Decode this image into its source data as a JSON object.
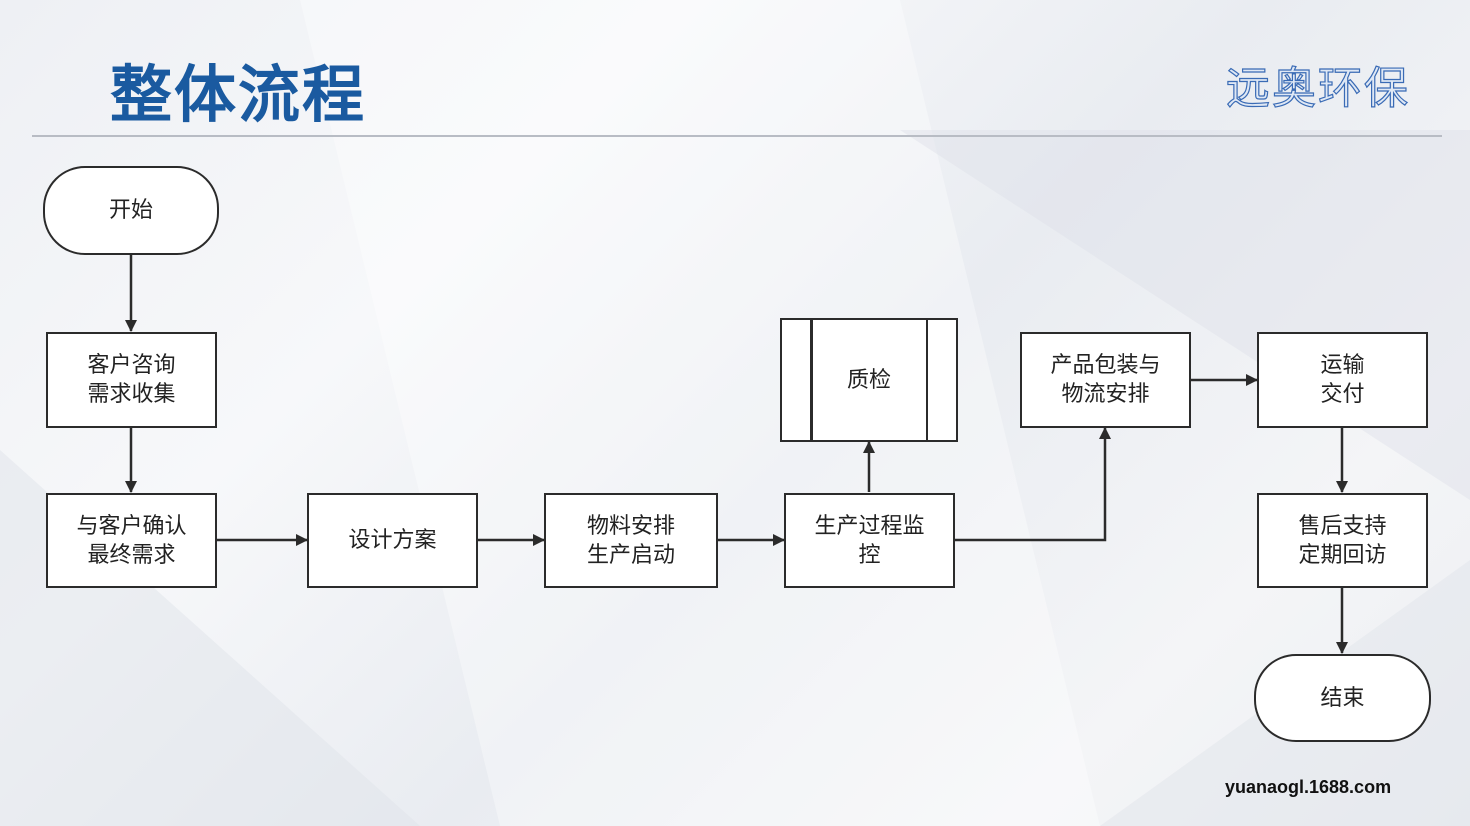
{
  "header": {
    "title": "整体流程",
    "brand": "远奥环保"
  },
  "nodes": {
    "start": "开始",
    "consult": "客户咨询\n需求收集",
    "confirm": "与客户确认\n最终需求",
    "design": "设计方案",
    "material": "物料安排\n生产启动",
    "monitor": "生产过程监\n控",
    "qc": "质检",
    "package": "产品包装与\n物流安排",
    "transport": "运输\n交付",
    "aftersale": "售后支持\n定期回访",
    "end": "结束"
  },
  "footer": {
    "site": "yuanaogl.1688.com"
  },
  "colors": {
    "title": "#1a5aa0",
    "stroke": "#2b2b2b",
    "box_fill": "#ffffff"
  }
}
